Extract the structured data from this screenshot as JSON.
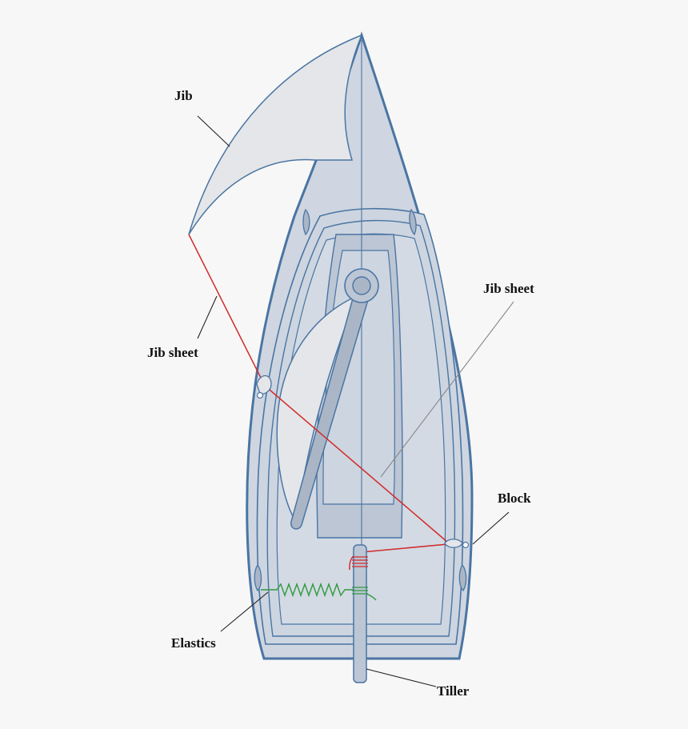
{
  "labels": {
    "jib": "Jib",
    "jib_sheet_left": "Jib sheet",
    "jib_sheet_right": "Jib sheet",
    "block": "Block",
    "elastics": "Elastics",
    "tiller": "Tiller"
  },
  "colors": {
    "hull_fill": "#cfd6e1",
    "hull_stroke": "#4a75a3",
    "sail_fill": "#e4e6e9",
    "jib_sheet_line": "#d22b2b",
    "elastics": "#2f9a3e",
    "leader_line": "#222222",
    "background": "#f7f7f7"
  }
}
